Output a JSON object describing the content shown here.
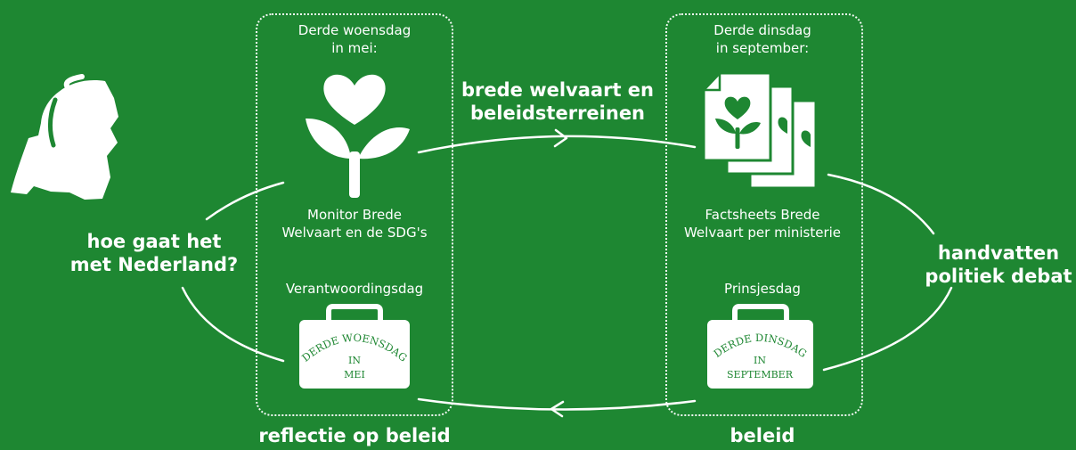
{
  "left_panel": {
    "date_line1": "Derde woensdag",
    "date_line2": "in mei:",
    "product_line1": "Monitor Brede",
    "product_line2": "Welvaart en de SDG's",
    "event": "Verantwoordingsdag",
    "case_text": [
      "DERDE WOENSDAG",
      "IN",
      "MEI"
    ]
  },
  "right_panel": {
    "date_line1": "Derde dinsdag",
    "date_line2": "in september:",
    "product_line1": "Factsheets Brede",
    "product_line2": "Welvaart per ministerie",
    "event": "Prinsjesdag",
    "case_text": [
      "DERDE DINSDAG",
      "IN",
      "SEPTEMBER"
    ]
  },
  "flows": {
    "top_line1": "brede welvaart en",
    "top_line2": "beleidsterreinen",
    "left_line1": "hoe gaat het",
    "left_line2": "met Nederland?",
    "right_line1": "handvatten",
    "right_line2": "politiek debat",
    "bottom_left": "reflectie op beleid",
    "bottom_right": "beleid"
  },
  "colors": {
    "background": "#1e8732",
    "foreground": "#ffffff"
  }
}
